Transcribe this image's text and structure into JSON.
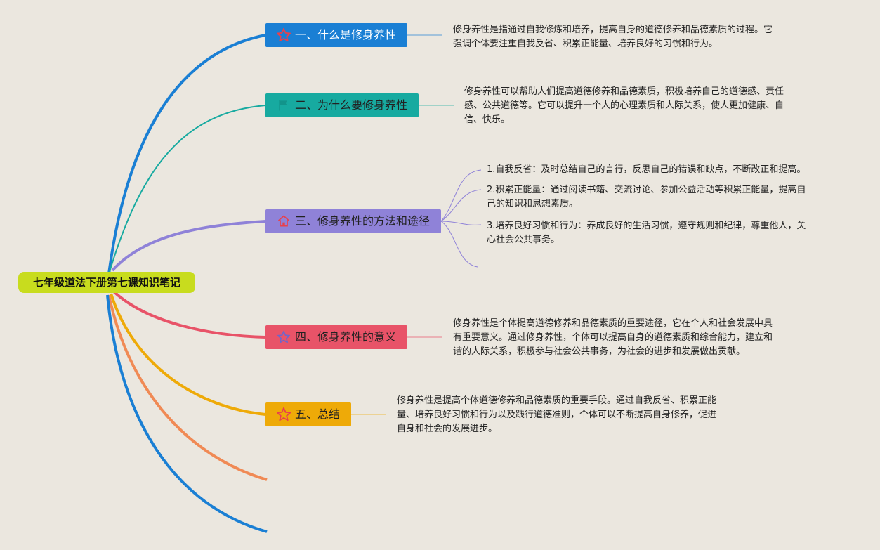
{
  "root": {
    "label": "七年级道法下册第七课知识笔记"
  },
  "colors": {
    "background": "#ebe7df",
    "root": "#c8dc1e",
    "topic1": "#1a7fd4",
    "topic2": "#17aaa0",
    "topic3": "#8f82d8",
    "topic4": "#e85368",
    "topic5": "#eeaa08",
    "extra_branch_orange": "#f08a55"
  },
  "topics": [
    {
      "label": "一、什么是修身养性",
      "icon": "star-outline-icon",
      "note_lines": [
        "修身养性是指通过自我修炼和培养，提高自身的道德修养和品德素质的过程。它",
        "强调个体要注重自我反省、积累正能量、培养良好的习惯和行为。"
      ]
    },
    {
      "label": "二、为什么要修身养性",
      "icon": "flag-icon",
      "note_lines": [
        "修身养性可以帮助人们提高道德修养和品德素质，积极培养自己的道德感、责任",
        "感、公共道德等。它可以提升一个人的心理素质和人际关系，使人更加健康、自",
        "信、快乐。"
      ]
    },
    {
      "label": "三、修身养性的方法和途径",
      "icon": "house-icon",
      "subtopics": [
        {
          "lines": [
            "1.自我反省：及时总结自己的言行，反思自己的错误和缺点，不断改正和提高。"
          ]
        },
        {
          "lines": [
            "2.积累正能量：通过阅读书籍、交流讨论、参加公益活动等积累正能量，提高自",
            "己的知识和思想素质。"
          ]
        },
        {
          "lines": [
            "3.培养良好习惯和行为：养成良好的生活习惯，遵守规则和纪律，尊重他人，关",
            "心社会公共事务。"
          ]
        }
      ]
    },
    {
      "label": "四、修身养性的意义",
      "icon": "star-outline-icon",
      "note_lines": [
        "修身养性是个体提高道德修养和品德素质的重要途径，它在个人和社会发展中具",
        "有重要意义。通过修身养性，个体可以提高自身的道德素质和综合能力，建立和",
        "谐的人际关系，积极参与社会公共事务，为社会的进步和发展做出贡献。"
      ]
    },
    {
      "label": "五、总结",
      "icon": "star-outline-icon",
      "note_lines": [
        "修身养性是提高个体道德修养和品德素质的重要手段。通过自我反省、积累正能",
        "量、培养良好习惯和行为以及践行道德准则，个体可以不断提高自身修养，促进",
        "自身和社会的发展进步。"
      ]
    }
  ]
}
